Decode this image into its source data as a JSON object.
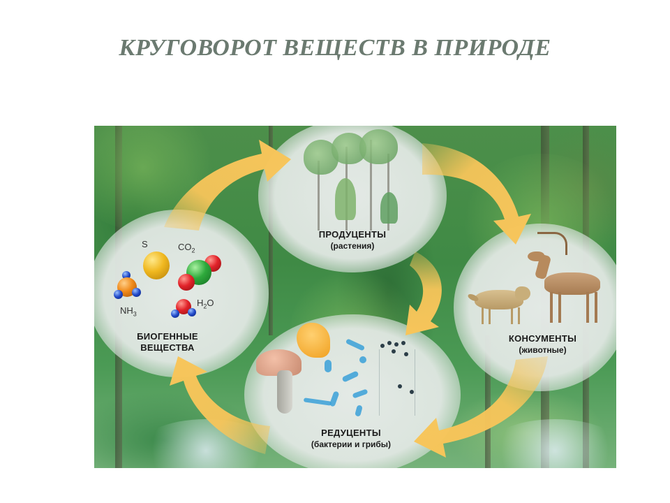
{
  "slide": {
    "title": "КРУГОВОРОТ ВЕЩЕСТВ В ПРИРОДЕ"
  },
  "diagram": {
    "nodes": [
      {
        "id": "producers",
        "title": "ПРОДУЦЕНТЫ",
        "subtitle": "(растения)",
        "icon": "trees-icon"
      },
      {
        "id": "consumers",
        "title": "КОНСУМЕНТЫ",
        "subtitle": "(животные)",
        "icon": "deer-wolf-icon"
      },
      {
        "id": "decomposers",
        "title": "РЕДУЦЕНТЫ",
        "subtitle": "(бактерии и грибы)",
        "icon": "mushroom-bacteria-icon"
      },
      {
        "id": "biogenic",
        "title_line1": "БИОГЕННЫЕ",
        "title_line2": "ВЕЩЕСТВА",
        "icon": "molecules-icon"
      }
    ],
    "molecules": {
      "s": "S",
      "co2_base": "CO",
      "co2_sub": "2",
      "nh3_base": "NH",
      "nh3_sub": "3",
      "h2o_h": "H",
      "h2o_sub": "2",
      "h2o_o": "O"
    },
    "arrows": [
      {
        "from": "biogenic",
        "to": "producers"
      },
      {
        "from": "producers",
        "to": "consumers"
      },
      {
        "from": "producers",
        "to": "decomposers"
      },
      {
        "from": "consumers",
        "to": "decomposers"
      },
      {
        "from": "decomposers",
        "to": "biogenic"
      }
    ],
    "colors": {
      "arrow": "#f7c55a",
      "title": "#6b7a70",
      "bubble": "#e6eae7"
    }
  }
}
